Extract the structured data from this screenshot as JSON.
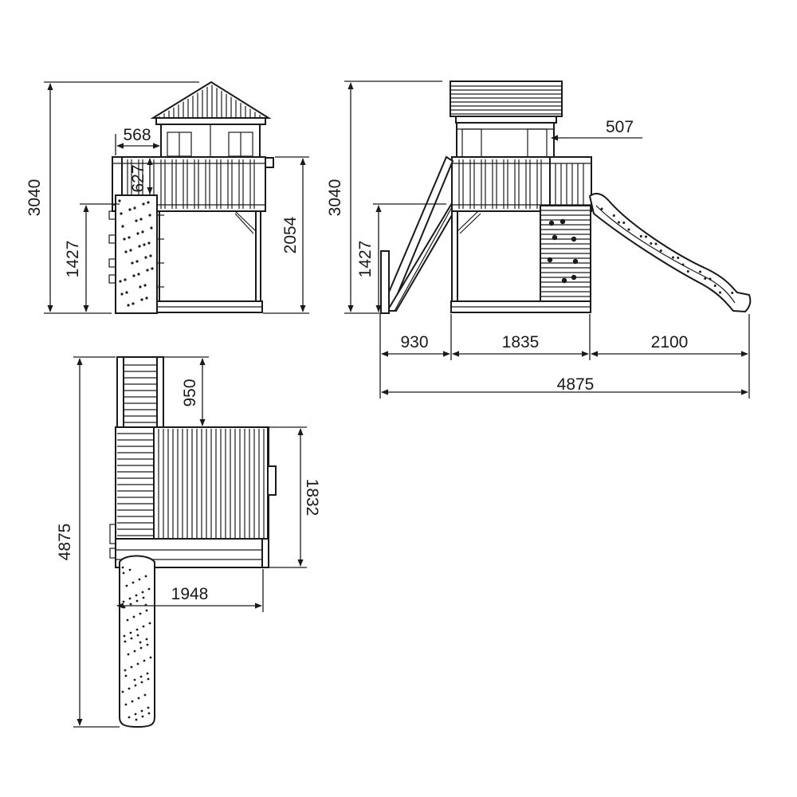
{
  "dimensions": {
    "side_total_height": "3040",
    "side_roof_offset": "568",
    "side_rail_height": "627",
    "side_wall_height": "1427",
    "side_deck_height": "2054",
    "front_total_height": "3040",
    "front_overhang": "507",
    "front_wall_height": "1427",
    "front_ladder_width": "930",
    "front_tower_width": "1835",
    "front_slide_width": "2100",
    "front_total_width": "4875",
    "top_ladder_length": "950",
    "top_tower_depth": "1832",
    "top_tower_width": "1948",
    "top_total_length": "4875"
  },
  "colors": {
    "line": "#1a1a1a",
    "background": "#ffffff"
  }
}
